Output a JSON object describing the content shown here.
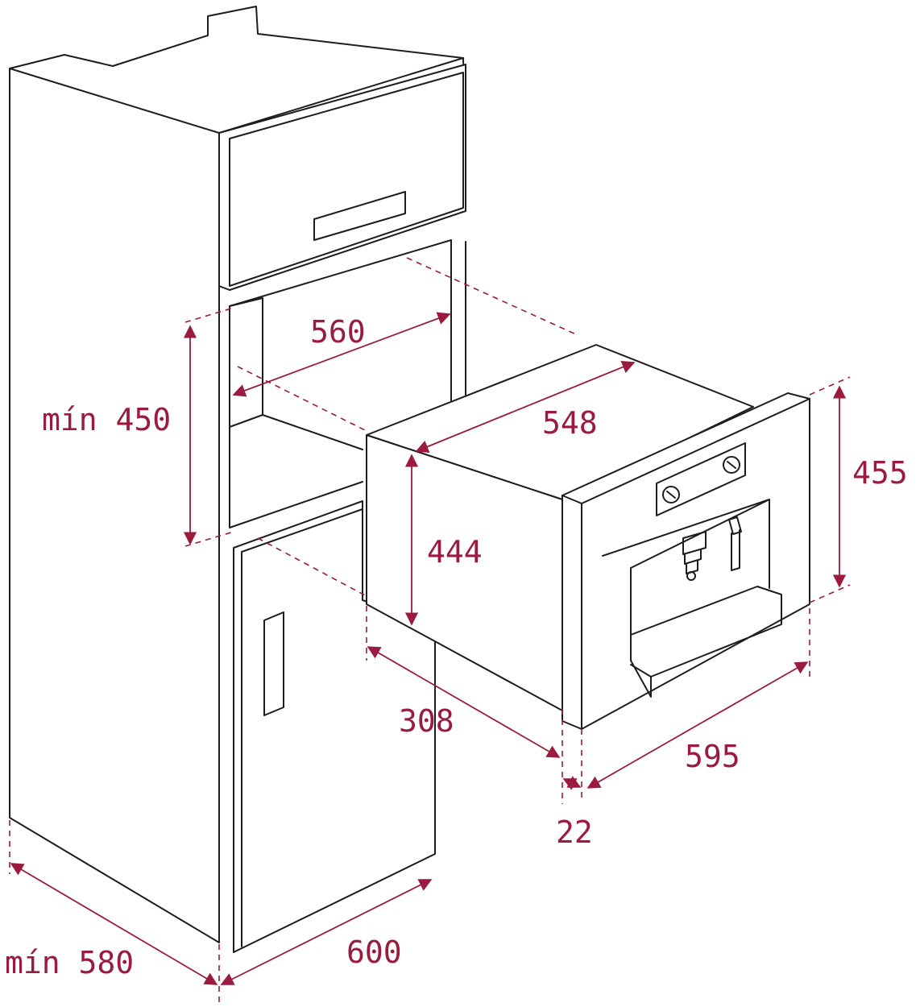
{
  "colors": {
    "line": "#1d1d1b",
    "dimension": "#9b1b3e",
    "background": "#ffffff"
  },
  "dimensions": {
    "cavity_depth": "560",
    "cavity_height_min": "mín 450",
    "appliance_depth": "548",
    "appliance_front_height": "455",
    "appliance_body_height": "444",
    "appliance_body_width": "308",
    "appliance_front_width": "595",
    "front_panel_thickness": "22",
    "cabinet_depth_min": "mín 580",
    "cabinet_width": "600"
  },
  "icons": [
    "control-knob-icon",
    "coffee-spout-icon",
    "steam-wand-icon"
  ]
}
